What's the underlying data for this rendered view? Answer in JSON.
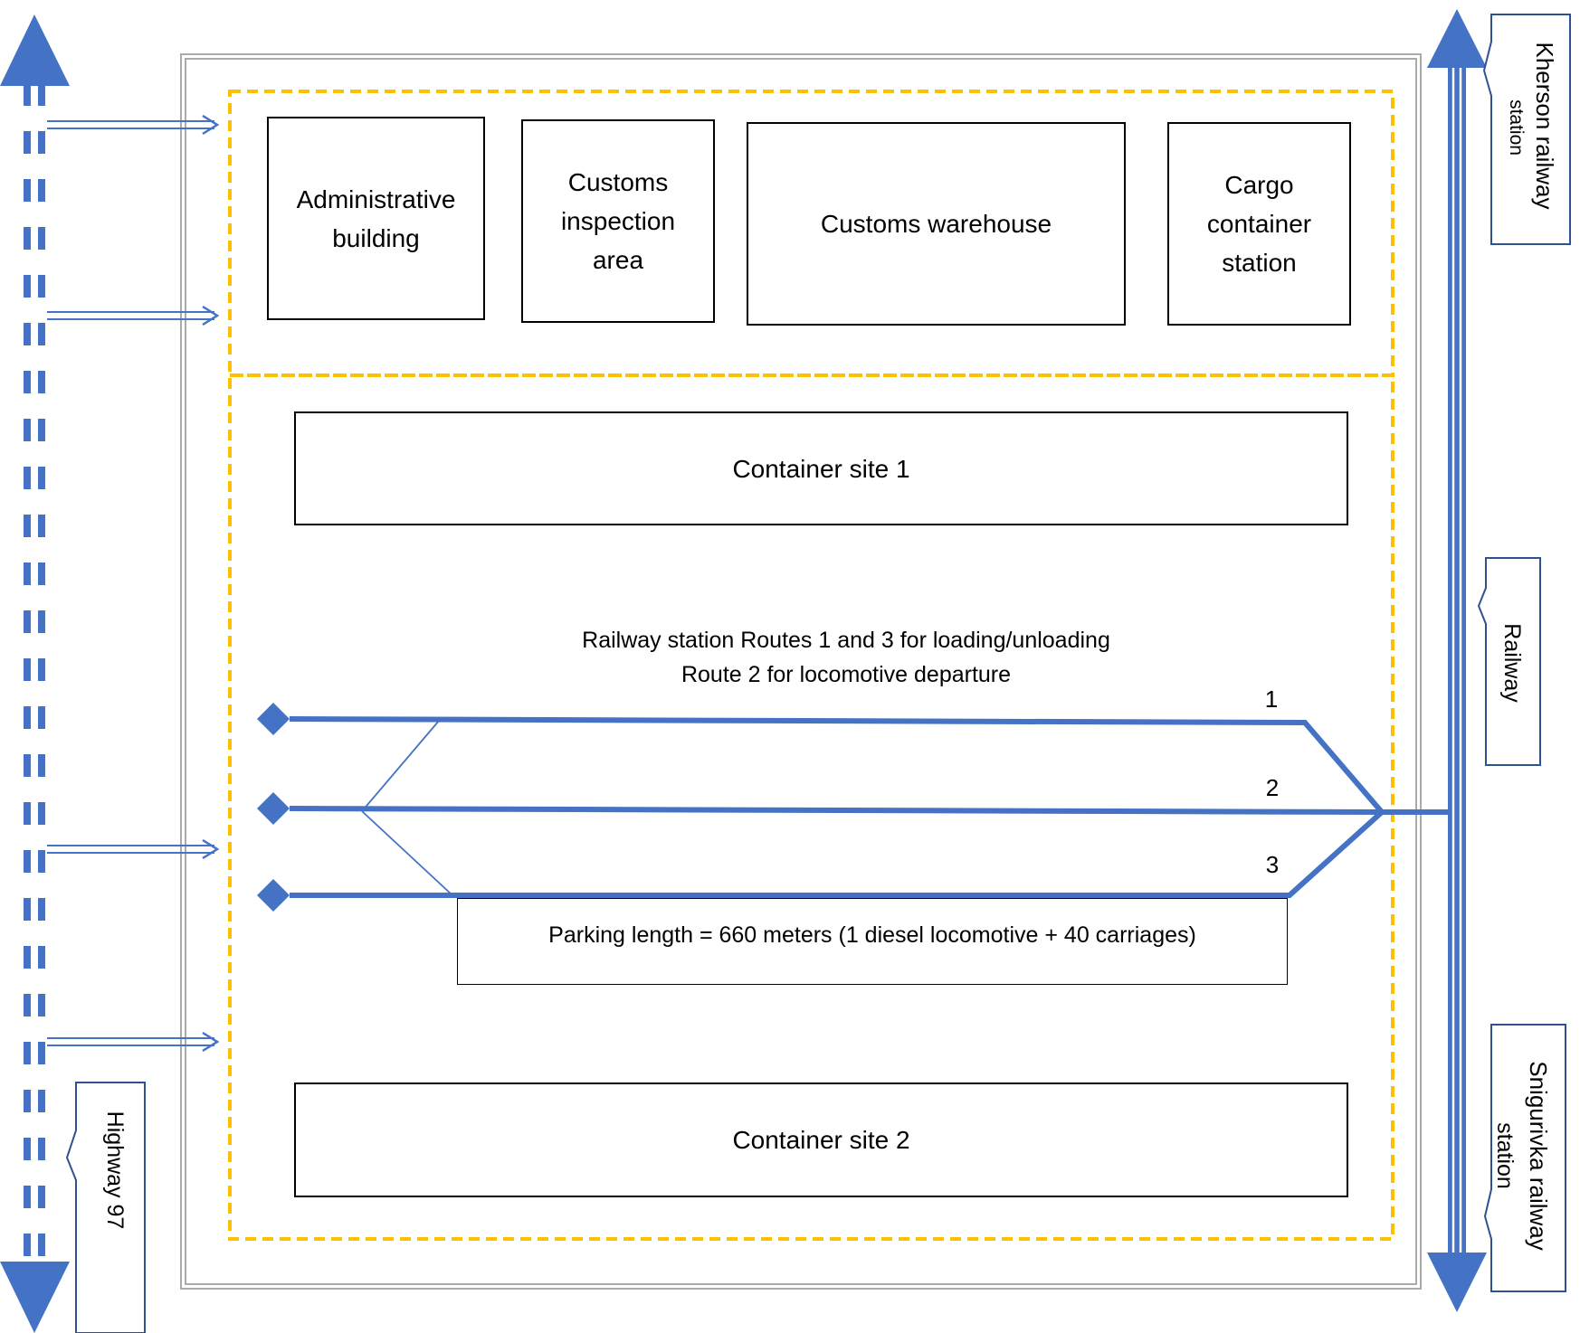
{
  "colors": {
    "blue": "#4472C4",
    "orange": "#FFC000",
    "frame": "#AAAAAA",
    "ink": "#000000"
  },
  "facilities": {
    "administrative_building": "Administrative\nbuilding",
    "customs_inspection_area": "Customs\ninspection\narea",
    "customs_warehouse": "Customs warehouse",
    "cargo_container_station": "Cargo\ncontainer\nstation"
  },
  "container_site_1": "Container site  1",
  "container_site_2": "Container site  2",
  "routes_caption": {
    "line1": "Railway station Routes 1 and 3 for loading/unloading",
    "line2": "Route 2 for locomotive departure"
  },
  "route_numbers": {
    "r1": "1",
    "r2": "2",
    "r3": "3"
  },
  "parking_length": "Parking length = 660 meters (1 diesel locomotive + 40 carriages)",
  "side_labels": {
    "kherson_line1": "Kherson railway",
    "kherson_line2": "station",
    "railway": "Railway",
    "snigurivka_line1": "Snigurivka railway",
    "snigurivka_line2": "station",
    "highway": "Highway 97"
  },
  "icons": [
    "arrow-up-icon",
    "arrow-down-icon",
    "arrow-right-icon",
    "diamond-icon"
  ]
}
